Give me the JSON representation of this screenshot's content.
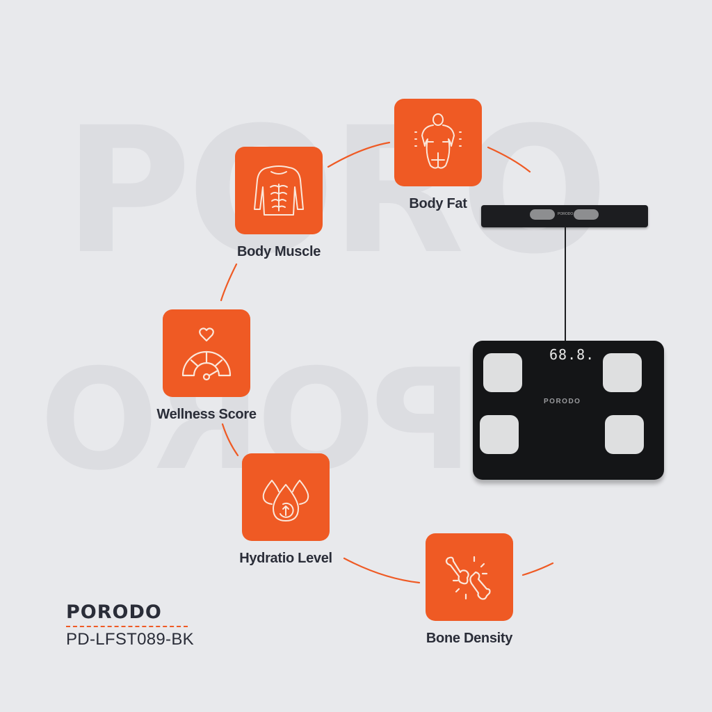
{
  "watermark": {
    "top_text": "PORO",
    "bottom_text": "PORO"
  },
  "features": [
    {
      "id": "body-fat",
      "label": "Body Fat",
      "icon": "body-fat-icon"
    },
    {
      "id": "body-muscle",
      "label": "Body Muscle",
      "icon": "muscle-torso-icon"
    },
    {
      "id": "wellness-score",
      "label": "Wellness Score",
      "icon": "heart-gauge-icon"
    },
    {
      "id": "hydration-level",
      "label": "Hydratio Level",
      "icon": "water-drops-icon"
    },
    {
      "id": "bone-density",
      "label": "Bone Density",
      "icon": "bone-joint-icon"
    }
  ],
  "product": {
    "brand": "PORODO",
    "model": "PD-LFST089-BK",
    "scale_display": "68.8.",
    "scale_brand": "PORODO",
    "handle_text": "PORODO"
  },
  "colors": {
    "accent": "#ef5a24",
    "text": "#2a2d38",
    "background": "#e8e9ec",
    "device": "#141517"
  }
}
